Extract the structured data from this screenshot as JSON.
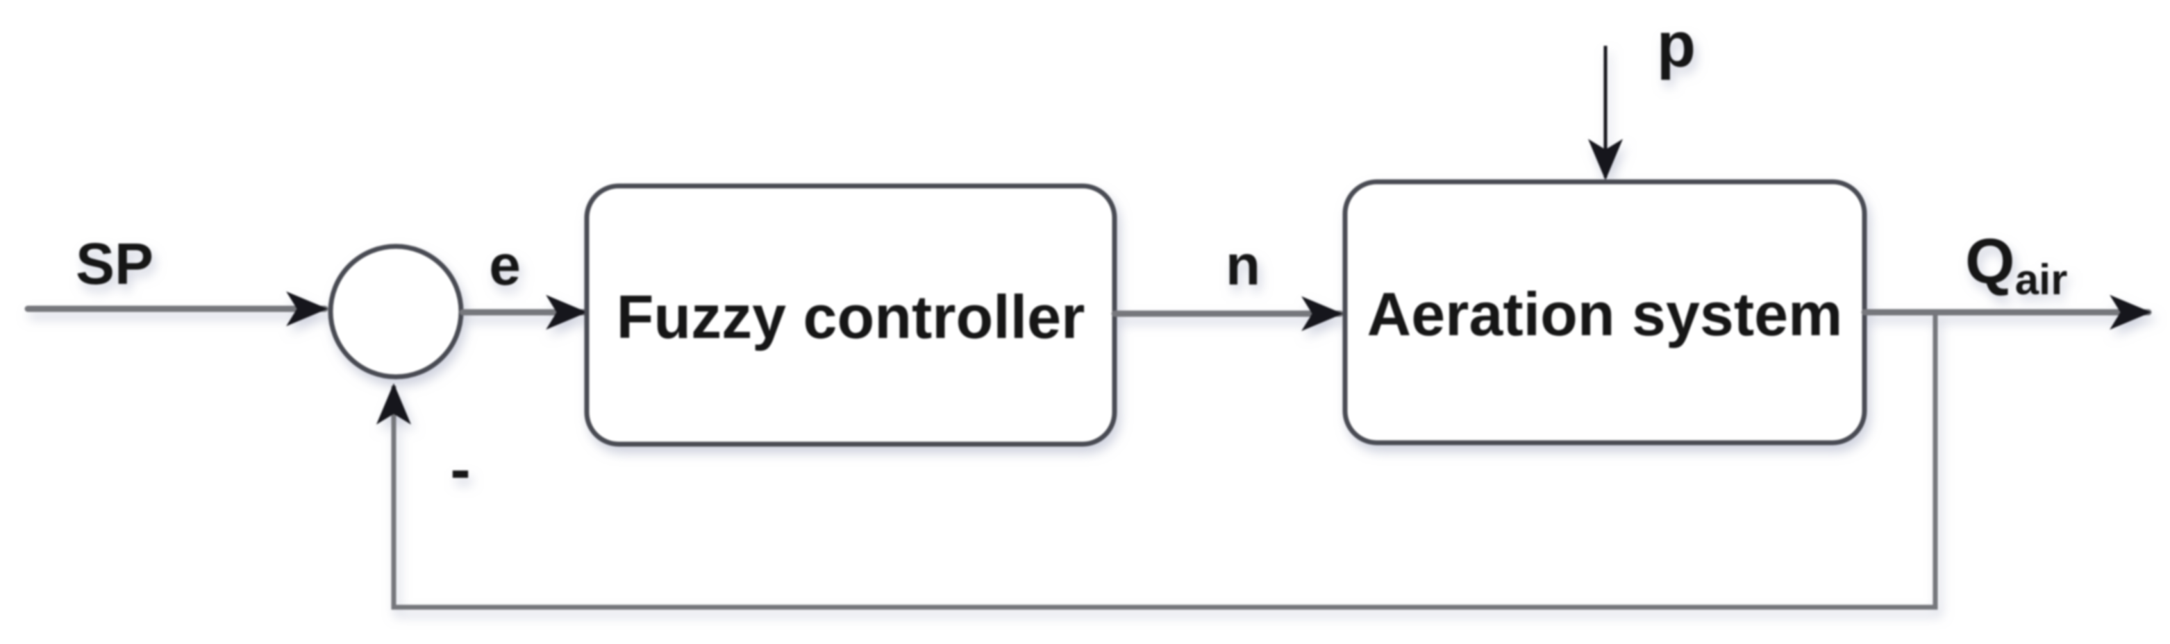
{
  "diagram": {
    "colors": {
      "background": "#ffffff",
      "line": "#76777c",
      "arrow": "#17181c",
      "block_border": "#4a4b52",
      "block_fill": "#ffffff",
      "text": "#141519",
      "shadow": "#a9aec4"
    },
    "labels": {
      "setpoint": "SP",
      "error": "e",
      "control_signal": "n",
      "disturbance": "p",
      "output_main": "Q",
      "output_sub": "air",
      "feedback_sign": "-"
    },
    "blocks": [
      {
        "id": "fuzzy-controller",
        "label": "Fuzzy controller"
      },
      {
        "id": "aeration-system",
        "label": "Aeration system"
      }
    ]
  }
}
